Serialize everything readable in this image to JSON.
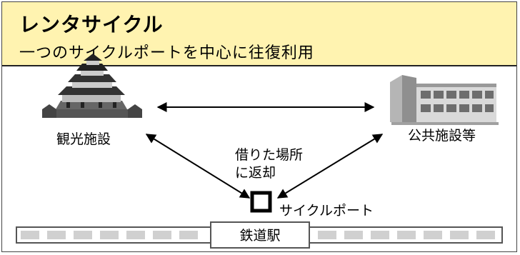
{
  "header": {
    "title": "レンタサイクル",
    "subtitle": "一つのサイクルポートを中心に往復利用"
  },
  "diagram": {
    "nodes": {
      "tourist_spot": "観光施設",
      "public_facility": "公共施設等",
      "cycle_port": "サイクルポート",
      "station": "鉄道駅"
    },
    "note_line1": "借りた場所",
    "note_line2": "に返却"
  },
  "colors": {
    "header_bg": "#fff3b0",
    "track_fill": "#d0d0d0",
    "port_border": "#000000"
  },
  "icons": {
    "tourist_spot": "castle-icon",
    "public_facility": "building-icon",
    "cycle_port": "square-port-icon"
  }
}
